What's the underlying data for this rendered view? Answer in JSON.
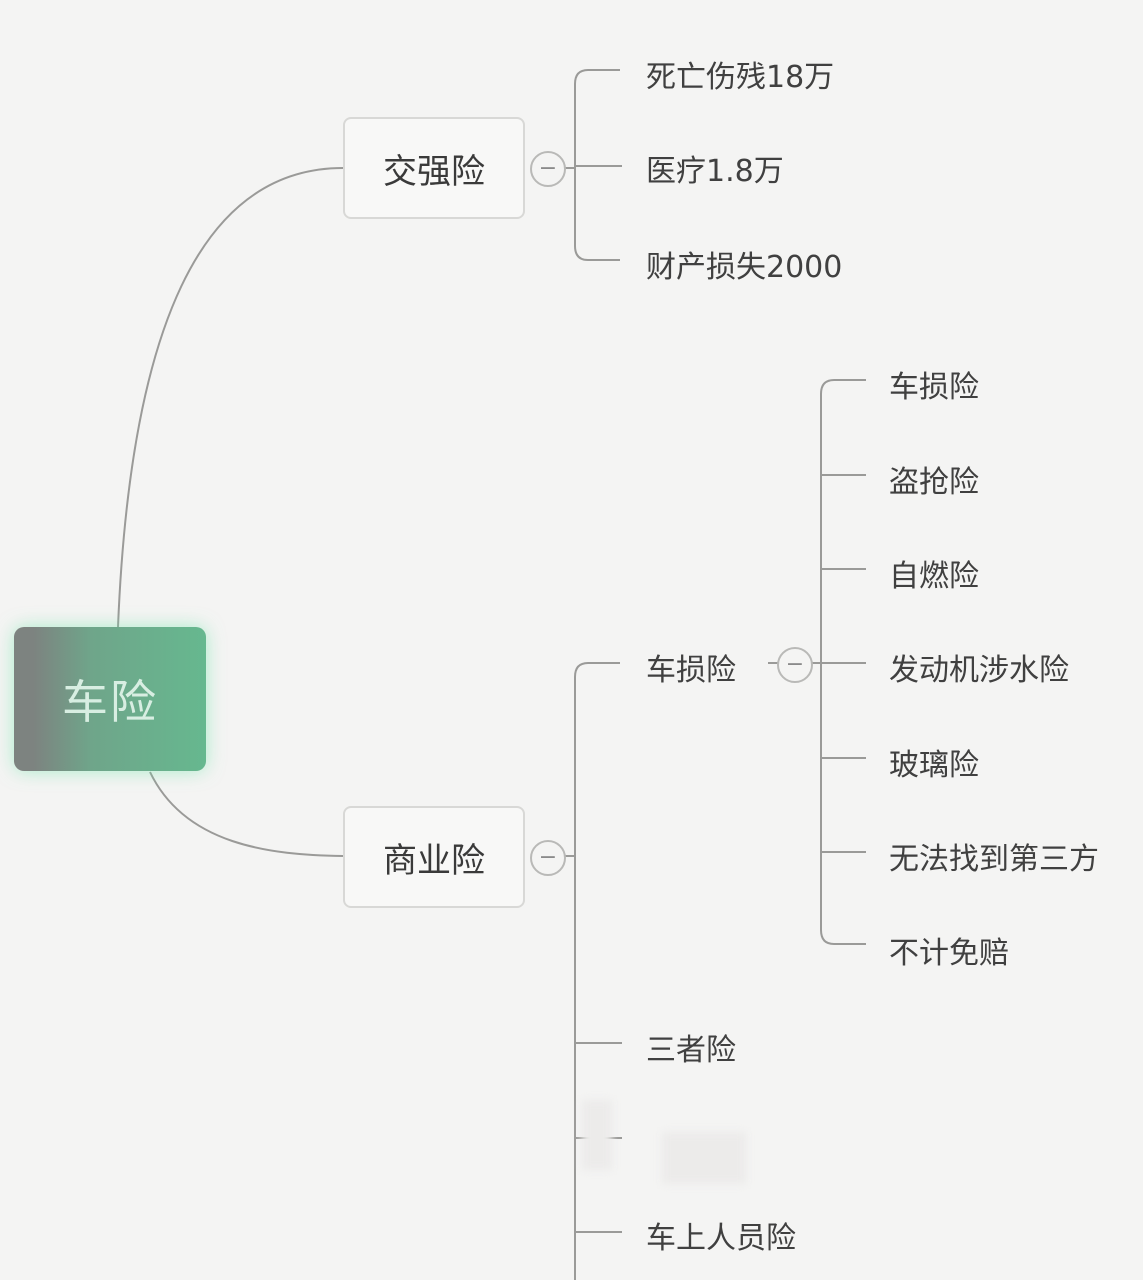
{
  "root": {
    "label": "车险"
  },
  "jiaoqiang": {
    "label": "交强险",
    "collapse_symbol": "−",
    "children": [
      "死亡伤残18万",
      "医疗1.8万",
      "财产损失2000"
    ]
  },
  "shangye": {
    "label": "商业险",
    "collapse_symbol": "−",
    "children": [
      {
        "label": "车损险",
        "collapse_symbol": "−"
      },
      {
        "label": "三者险"
      },
      {
        "label": ""
      },
      {
        "label": "车上人员险"
      }
    ]
  },
  "chesun": {
    "children": [
      "车损险",
      "盗抢险",
      "自燃险",
      "发动机涉水险",
      "玻璃险",
      "无法找到第三方",
      "不计免赔"
    ]
  },
  "colors": {
    "background": "#f4f4f3",
    "root_fill": "#66b88f",
    "root_glow": "#6ee6aa",
    "line": "#9a9a98",
    "text": "#404040"
  }
}
